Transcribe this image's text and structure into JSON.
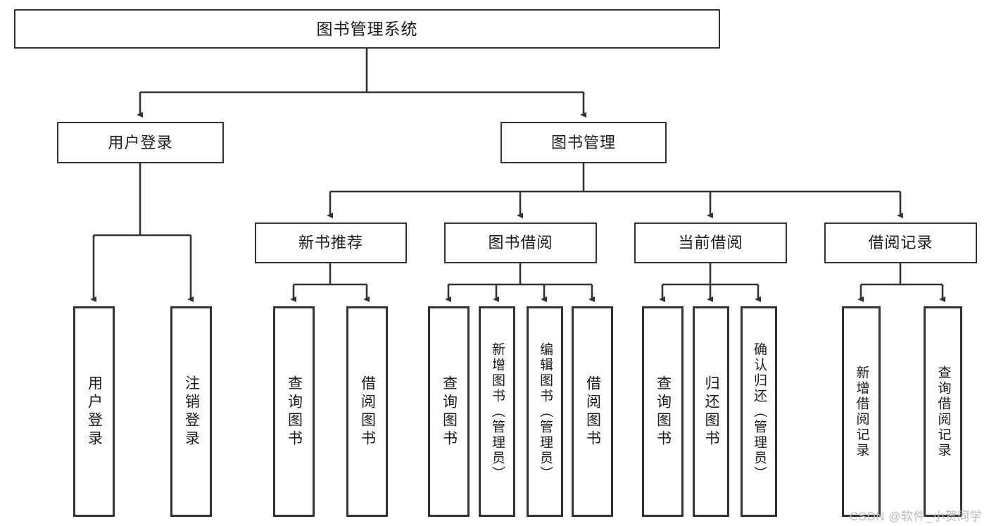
{
  "diagram": {
    "title": "图书管理系统",
    "type": "tree-hierarchy",
    "root": {
      "label": "图书管理系统"
    },
    "level2": [
      {
        "label": "用户登录"
      },
      {
        "label": "图书管理"
      }
    ],
    "level3": [
      {
        "label": "新书推荐"
      },
      {
        "label": "图书借阅"
      },
      {
        "label": "当前借阅"
      },
      {
        "label": "借阅记录"
      }
    ],
    "leaves": [
      {
        "label": "用户登录",
        "parent": "用户登录"
      },
      {
        "label": "注销登录",
        "parent": "用户登录"
      },
      {
        "label": "查询图书",
        "parent": "新书推荐"
      },
      {
        "label": "借阅图书",
        "parent": "新书推荐"
      },
      {
        "label": "查询图书",
        "parent": "图书借阅"
      },
      {
        "label": "新增图书（管理员）",
        "parent": "图书借阅"
      },
      {
        "label": "编辑图书（管理员）",
        "parent": "图书借阅"
      },
      {
        "label": "借阅图书",
        "parent": "图书借阅"
      },
      {
        "label": "查询图书",
        "parent": "当前借阅"
      },
      {
        "label": "归还图书",
        "parent": "当前借阅"
      },
      {
        "label": "确认归还（管理员）",
        "parent": "当前借阅"
      },
      {
        "label": "新增借阅记录",
        "parent": "借阅记录"
      },
      {
        "label": "查询借阅记录",
        "parent": "借阅记录"
      }
    ]
  },
  "watermark": {
    "text": "CSDN @软件_小贺同学"
  },
  "colors": {
    "box_border": "#333333",
    "box_fill": "#ffffff",
    "connector": "#333333",
    "text": "#1a1a1a",
    "watermark": "#b9b9b9",
    "background": "#ffffff"
  }
}
